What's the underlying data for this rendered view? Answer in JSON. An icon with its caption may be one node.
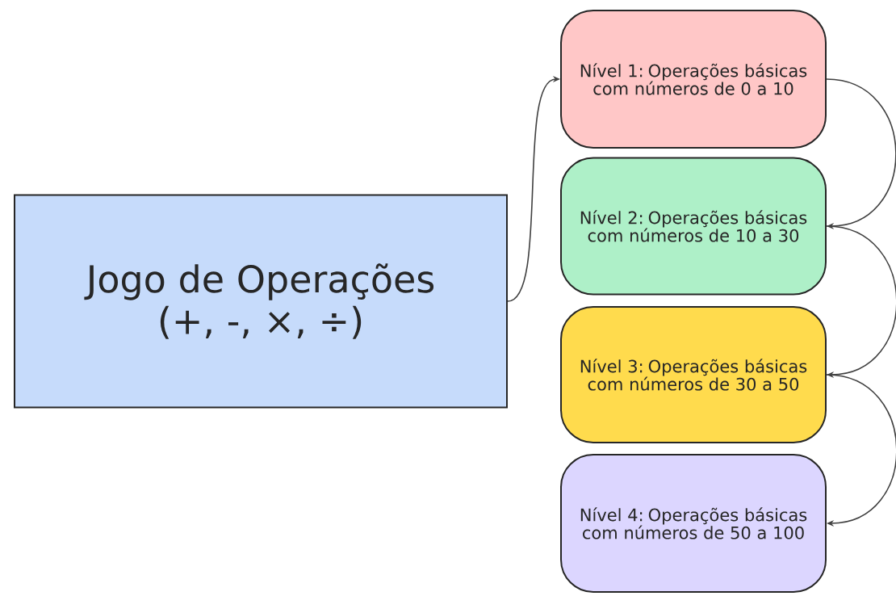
{
  "diagram": {
    "nodes": [
      {
        "text": [
          "Jogo de Operações",
          "(+, -, ×, ÷)"
        ]
      },
      {
        "text": [
          "Nível 1: Operações básicas com números de 0 a 10"
        ]
      },
      {
        "text": [
          "Nível 2: Operações básicas com números de 10 a 30"
        ]
      },
      {
        "text": [
          "Nível 3: Operações básicas com números de 30 a 50"
        ]
      },
      {
        "text": [
          "Nível 4: Operações básicas com números de 50 a 100"
        ]
      }
    ],
    "edges": [
      {
        "from": 0,
        "to": 1,
        "arrow": "to"
      },
      {
        "from": 1,
        "to": 2,
        "arrow": "to"
      },
      {
        "from": 2,
        "to": 3,
        "arrow": "to"
      },
      {
        "from": 3,
        "to": 4,
        "arrow": "to"
      }
    ]
  }
}
